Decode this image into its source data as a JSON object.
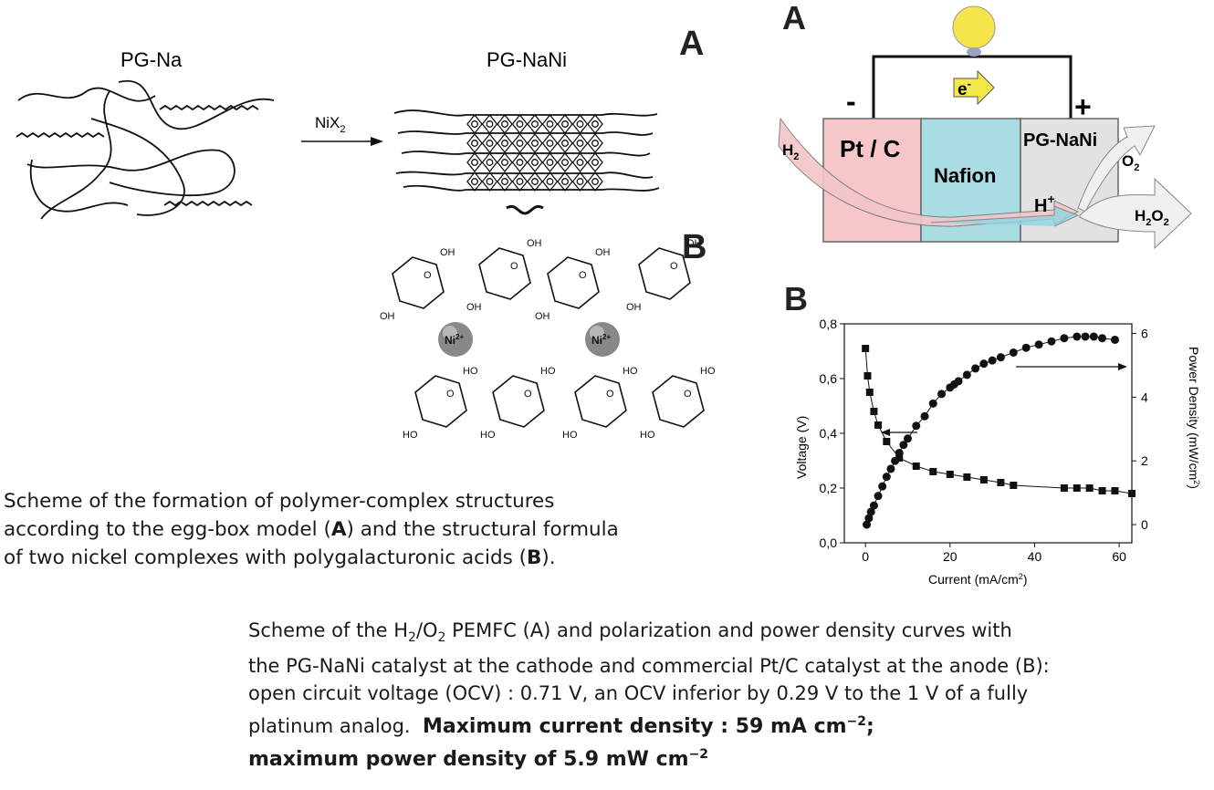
{
  "left_scheme": {
    "label_pg_na": "PG-Na",
    "label_pg_nani": "PG-NaNi",
    "arrow_reagent": "NiX",
    "arrow_reagent_sub": "2",
    "panel_a": "A",
    "panel_b": "B",
    "ni_ion": "Ni",
    "ni_charge": "2+",
    "chem_labels": {
      "oh": "OH",
      "ho": "HO",
      "o": "O"
    }
  },
  "caption_left": {
    "line1": "Scheme of the formation of polymer-complex structures",
    "line2a": "according to the egg-box model (",
    "line2b": "A",
    "line2c": ") and the structural formula",
    "line3a": "of two nickel complexes with polygalacturonic acids (",
    "line3b": "B",
    "line3c": ")."
  },
  "fuel_cell": {
    "panel": "A",
    "minus": "-",
    "plus": "+",
    "electron": "e",
    "electron_sup": "-",
    "anode": "Pt / C",
    "membrane": "Nafion",
    "cathode": "PG-NaNi",
    "h2": "H",
    "h2_sub": "2",
    "o2": "O",
    "o2_sub": "2",
    "hplus": "H",
    "hplus_sup": "+",
    "h2o2_h": "H",
    "h2o2_sub1": "2",
    "h2o2_o": "O",
    "h2o2_sub2": "2",
    "colors": {
      "anode": "#f7c6c8",
      "membrane": "#a9dde3",
      "cathode": "#e2e2e2",
      "bulb": "#f5e54a",
      "electron_arrow": "#f5ea4a"
    }
  },
  "chart_data": {
    "type": "scatter",
    "panel": "B",
    "xlabel": "Current (mA/cm",
    "xlabel_sup": "2",
    "xlabel_end": ")",
    "ylabel_left": "Voltage (V)",
    "ylabel_right": "Power Density (mW/cm",
    "ylabel_right_sup": "2",
    "ylabel_right_end": ")",
    "xlim": [
      -5,
      63
    ],
    "ylim_left": [
      0.0,
      0.8
    ],
    "ylim_right": [
      -0.57,
      6.3
    ],
    "x_ticks": [
      "0",
      "20",
      "40",
      "60"
    ],
    "y_left_ticks": [
      "0,0",
      "0,2",
      "0,4",
      "0,6",
      "0,8"
    ],
    "y_right_ticks": [
      "0",
      "2",
      "4",
      "6"
    ],
    "series": [
      {
        "marker": "square",
        "axis": "left",
        "x": [
          0.0,
          0.5,
          1.0,
          2.0,
          3.0,
          5.0,
          8.0,
          12.0,
          16.0,
          20.0,
          24.0,
          28.0,
          32.0,
          35.0,
          47.0,
          50.0,
          53.0,
          56.0,
          59.0,
          63.0
        ],
        "y": [
          0.71,
          0.61,
          0.55,
          0.48,
          0.43,
          0.37,
          0.31,
          0.28,
          0.26,
          0.25,
          0.24,
          0.23,
          0.22,
          0.21,
          0.2,
          0.2,
          0.2,
          0.19,
          0.19,
          0.18
        ]
      },
      {
        "marker": "circle",
        "axis": "right",
        "x": [
          0.3,
          0.8,
          1.3,
          2.0,
          3.0,
          4.0,
          5.0,
          6.0,
          7.0,
          8.0,
          9.0,
          10.0,
          12.0,
          14.0,
          16.0,
          18.0,
          20.0,
          21.0,
          22.0,
          24.0,
          26.0,
          28.0,
          30.0,
          32.0,
          35.0,
          38.0,
          41.0,
          44.0,
          47.0,
          50.0,
          52.0,
          54.0,
          56.0,
          59.0
        ],
        "y": [
          0.0,
          0.2,
          0.4,
          0.6,
          0.9,
          1.2,
          1.5,
          1.75,
          2.0,
          2.25,
          2.5,
          2.7,
          3.1,
          3.4,
          3.8,
          4.1,
          4.3,
          4.4,
          4.5,
          4.7,
          4.9,
          5.05,
          5.15,
          5.25,
          5.4,
          5.55,
          5.65,
          5.75,
          5.85,
          5.9,
          5.9,
          5.9,
          5.85,
          5.8
        ]
      }
    ]
  },
  "caption_right": {
    "l1a": "Scheme of the H",
    "l1b": "2",
    "l1c": "/O",
    "l1d": "2",
    "l1e": " PEMFC (A) and polarization and power density curves with",
    "l2": "the PG-NaNi catalyst at the cathode and commercial Pt/C catalyst at the anode (B):",
    "l3": "open circuit voltage (OCV) : 0.71 V, an OCV inferior by 0.29 V to the 1 V of a fully",
    "l4a": "platinum analog.  ",
    "l4b": "Maximum current density : 59 mA cm",
    "l4c": "−2",
    "l4d": ";",
    "l5a": "maximum power density of 5.9 mW cm",
    "l5b": "−2"
  }
}
